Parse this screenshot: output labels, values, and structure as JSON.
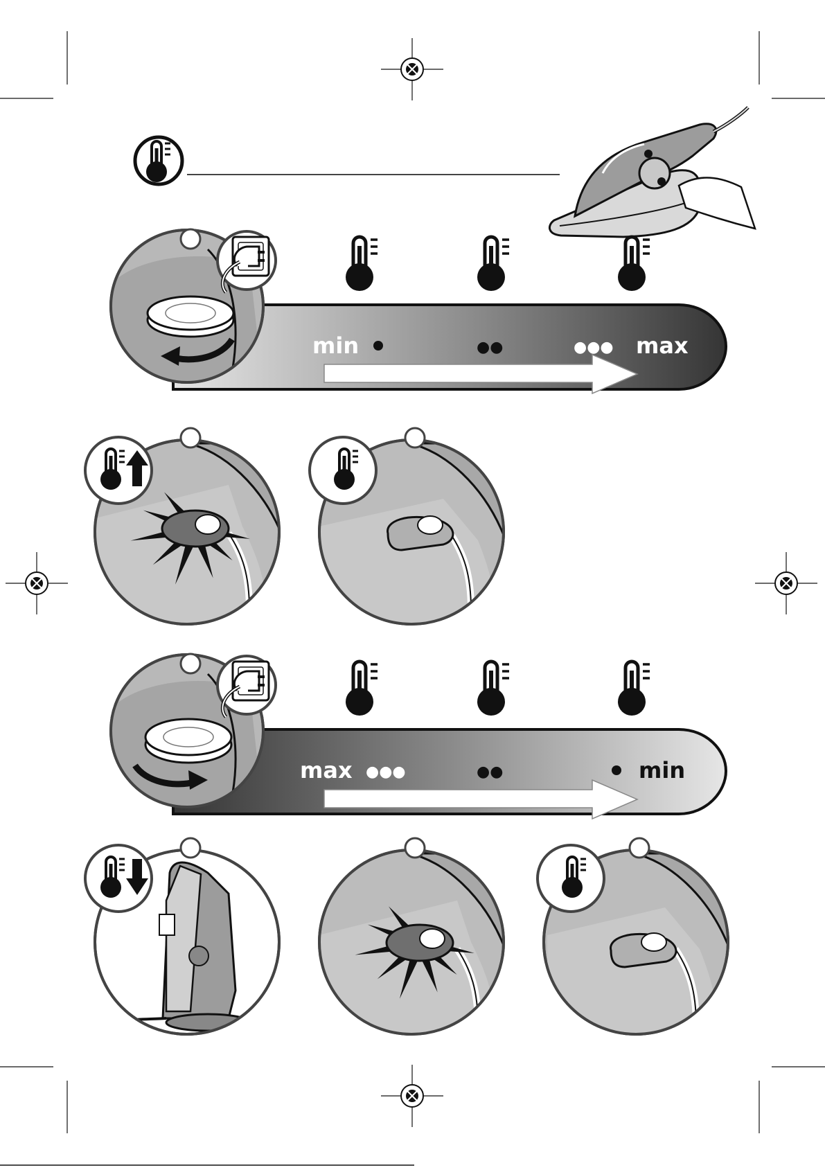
{
  "section_increase": {
    "left_label": "min",
    "mid_dots": "●●",
    "right_dots": "●●●",
    "right_label": "max"
  },
  "section_decrease": {
    "left_label": "max",
    "left_dots": "●●●",
    "mid_dots": "●●",
    "right_label": "min"
  },
  "icons": {
    "header": "thermometer-icon",
    "heat_up": "thermometer-arrow-up-icon",
    "cool_down": "thermometer-arrow-down-icon",
    "ready": "thermometer-icon",
    "plug": "power-socket-icon"
  },
  "colors": {
    "line": "#3a3a3a",
    "panel_grey": "#bdbdbd",
    "band_dark": "#3a3a3a",
    "band_light": "#e2e2e2",
    "light_indicator": "#6f6f6f"
  }
}
